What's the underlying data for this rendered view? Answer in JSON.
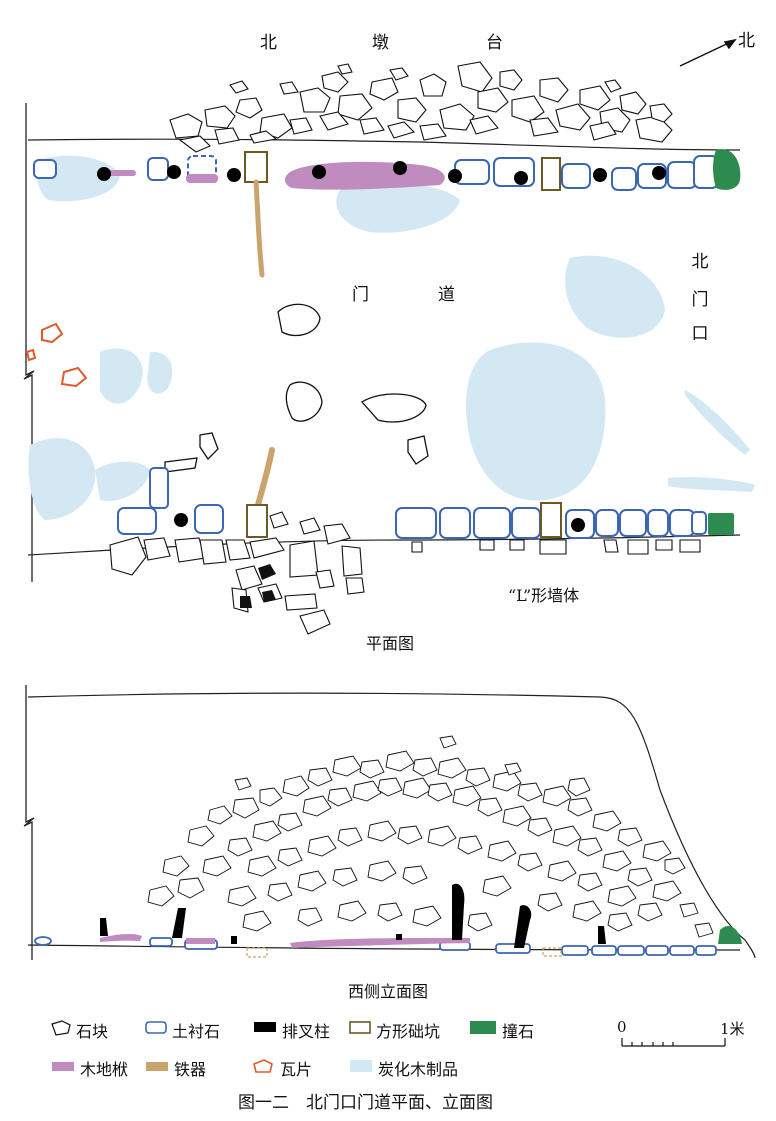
{
  "plan": {
    "north_platform_label": [
      "北",
      "墩",
      "台"
    ],
    "north_arrow_label": "北",
    "passage_label": [
      "门",
      "道"
    ],
    "gate_label": [
      "北",
      "门",
      "口"
    ],
    "l_wall_label": "“L”形墙体",
    "caption": "平面图"
  },
  "elevation": {
    "caption": "西侧立面图"
  },
  "legend": {
    "items": [
      {
        "label": "石块",
        "swatch": "stone-icon"
      },
      {
        "label": "土衬石",
        "swatch": "blue-outline-icon",
        "color": "#3a66b3"
      },
      {
        "label": "排叉柱",
        "swatch": "black-fill-icon",
        "color": "#000000"
      },
      {
        "label": "方形础坑",
        "swatch": "olive-outline-icon",
        "color": "#6b5a22"
      },
      {
        "label": "撞石",
        "swatch": "green-fill-icon",
        "color": "#2e8b4f"
      },
      {
        "label": "木地栿",
        "swatch": "purple-fill-icon",
        "color": "#c08cc0"
      },
      {
        "label": "铁器",
        "swatch": "tan-fill-icon",
        "color": "#c9a46c"
      },
      {
        "label": "瓦片",
        "swatch": "orange-outline-icon",
        "color": "#e05a2a"
      },
      {
        "label": "炭化木制品",
        "swatch": "lightblue-fill-icon",
        "color": "#d4e8f4"
      }
    ],
    "scale": {
      "start": "0",
      "end": "1米"
    }
  },
  "figure_caption": "图一二　北门口门道平面、立面图"
}
